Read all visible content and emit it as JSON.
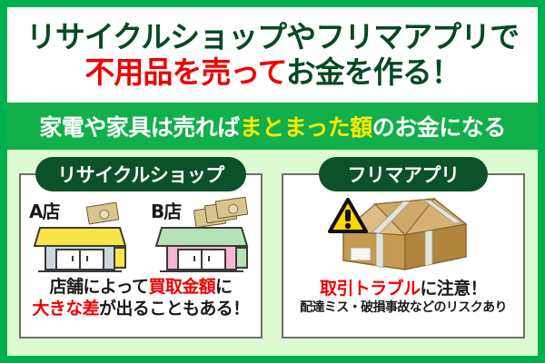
{
  "colors": {
    "border_green": "#00b04f",
    "band_green": "#11b04d",
    "light_green_bg": "#ddfbd0",
    "dark_green_text": "#064a21",
    "pill_green": "#0b5228",
    "red": "#ee0000",
    "yellow_highlight": "#ffe800",
    "warning_yellow": "#ffd900",
    "card_border_gray": "#6e6e6e",
    "bill_tan": "#d9c48d",
    "box_cardboard": "#c8a25c"
  },
  "header": {
    "title_line1": "リサイクルショップやフリマアプリで",
    "title_line2_red": "不用品を売って",
    "title_line2_green": "お金を作る！"
  },
  "subband": {
    "text_part1": "家電や家具は売れば",
    "text_highlight": "まとまった額",
    "text_part2": "のお金になる"
  },
  "panels": [
    {
      "pill_label": "リサイクルショップ",
      "shops": [
        {
          "label": "A店",
          "bill_count": 1,
          "roof_color": "#f9e547",
          "wall_color": "#c9d8de",
          "sign_color": "#f9e547"
        },
        {
          "label": "B店",
          "bill_count": 3,
          "roof_color": "#b6e2b8",
          "wall_color": "#f4b6d4",
          "sign_color": "#b6e2b8"
        }
      ],
      "caption_line1_plain_a": "店舗によって",
      "caption_line1_red": "買取金額",
      "caption_line1_plain_b": "に",
      "caption_line2_red": "大きな差",
      "caption_line2_plain": "が出ることもある！"
    },
    {
      "pill_label": "フリマアプリ",
      "icon_warning": "warning-triangle",
      "icon_package": "cardboard-box",
      "caption_line1_red": "取引トラブル",
      "caption_line1_plain": "に注意！",
      "caption_line2": "配達ミス・破損事故などのリスクあり"
    }
  ]
}
